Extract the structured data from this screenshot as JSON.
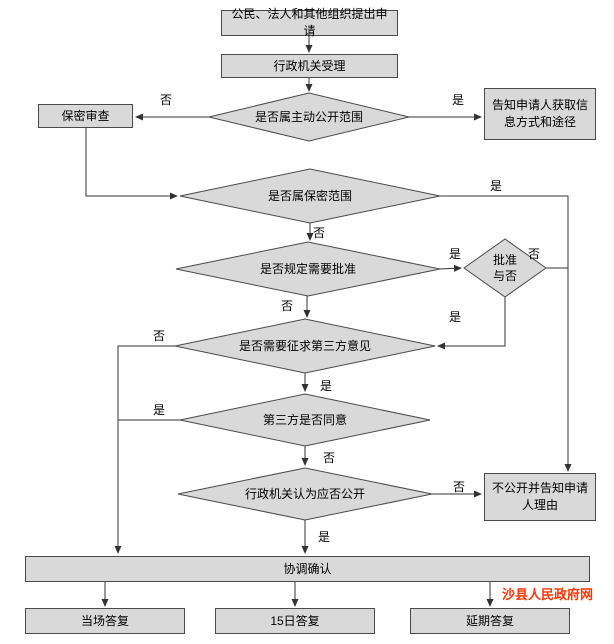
{
  "nodes": {
    "apply": "公民、法人和其他组织提出申请",
    "accept": "行政机关受理",
    "d_active_scope": "是否属主动公开范围",
    "secrecy_review": "保密审查",
    "inform": "告知申请人获取信息方式和途径",
    "d_secret_scope": "是否属保密范围",
    "d_need_approval": "是否规定需要批准",
    "d_approve": "批准与否",
    "d_third_party_needed": "是否需要征求第三方意见",
    "d_third_party_agree": "第三方是否同意",
    "d_should_disclose": "行政机关认为应否公开",
    "not_disclose": "不公开并告知申请人理由",
    "coordinate": "协调确认",
    "reply_onspot": "当场答复",
    "reply_15days": "15日答复",
    "reply_delayed": "延期答复"
  },
  "edge_labels": {
    "yes": "是",
    "no": "否"
  },
  "watermark": "沙县人民政府网",
  "colors": {
    "node_fill": "#d9d9d9",
    "node_border": "#4a4a4a",
    "line": "#333333",
    "watermark": "#ff3300"
  }
}
